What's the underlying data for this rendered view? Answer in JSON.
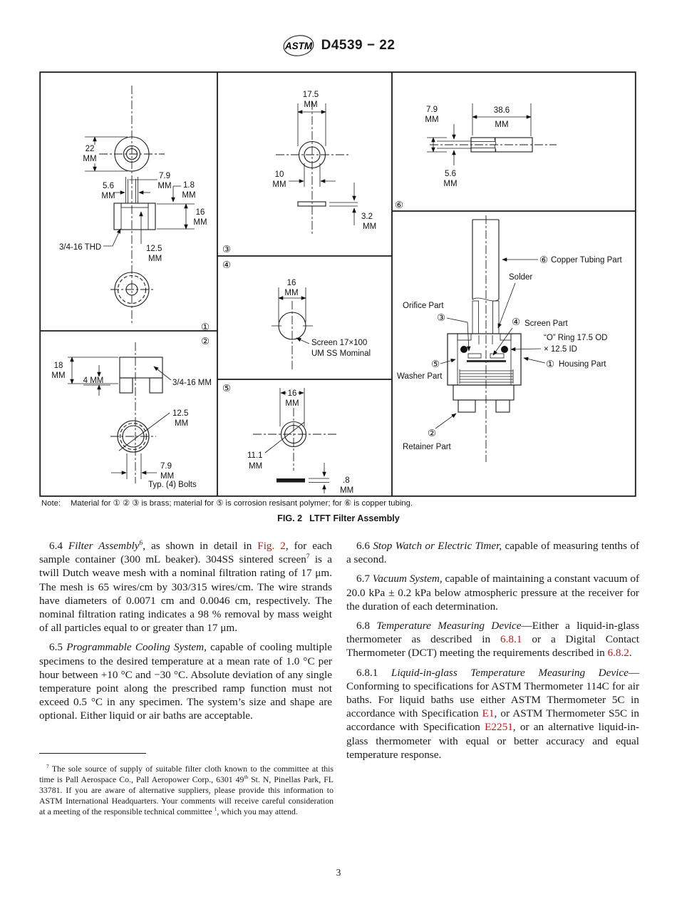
{
  "header": {
    "logo": "ASTM",
    "doc_code": "D4539 − 22"
  },
  "figure": {
    "note_label": "Note:",
    "note_body": "Material for ① ② ③ is brass; material for ⑤ is corrosion resisant polymer; for ⑥ is copper tubing.",
    "caption_num": "FIG. 2",
    "caption_text": "LTFT Filter Assembly"
  },
  "fig": {
    "mm": "MM",
    "p1": {
      "marker": "①",
      "od": "22",
      "stem": "5.6",
      "d79": "7.9",
      "d18": "1.8",
      "d16": "16",
      "thread": "3/4-16 THD",
      "bore": "12.5"
    },
    "p2": {
      "marker": "②",
      "d18": "18",
      "d4": "4 MM",
      "thread": "3/4-16 MM",
      "d125": "12.5",
      "d79": "7.9",
      "bolts": "Typ. (4) Bolts"
    },
    "p3": {
      "marker": "③",
      "d175": "17.5",
      "d10": "10",
      "d32": "3.2"
    },
    "p4": {
      "marker": "④",
      "d16": "16",
      "screen1": "Screen 17×100",
      "screen2": "UM SS Mominal"
    },
    "p5": {
      "marker": "⑤",
      "d16": "16",
      "d111": "11.1",
      "d08": ".8"
    },
    "p6": {
      "marker": "⑥",
      "d79": "7.9",
      "d386": "38.6",
      "d56": "5.6"
    },
    "asm": {
      "m6": "⑥",
      "copper": "Copper Tubing Part",
      "solder": "Solder",
      "orifice": "Orifice Part",
      "m3": "③",
      "m4": "④",
      "screen": "Screen Part",
      "oring1": "“O” Ring 17.5 OD",
      "oring2": "× 12.5 ID",
      "m1": "①",
      "housing": "Housing Part",
      "m5": "⑤",
      "washer": "Washer Part",
      "m2": "②",
      "retainer": "Retainer Part"
    }
  },
  "sections": {
    "s64": {
      "num": "6.4 ",
      "title": "Filter Assembly",
      "sup_a": "6",
      "t1": ", as shown in detail in ",
      "link": "Fig. 2",
      "t2": ", for each sample container (300 mL beaker). 304SS sintered screen",
      "sup_b": "7",
      "t3": " is a twill Dutch weave mesh with a nominal filtration rating of 17 μm. The mesh is 65 wires/cm by 303/315 wires/cm. The wire strands have diameters of 0.0071 cm and 0.0046 cm, respectively. The nominal filtration rating indicates a 98 % removal by mass weight of all particles equal to or greater than 17 μm."
    },
    "s65": {
      "num": "6.5 ",
      "title": "Programmable Cooling System,",
      "t1": " capable of cooling multiple specimens to the desired temperature at a mean rate of 1.0 °C per hour between +10 °C and −30 °C. Absolute deviation of any single temperature point along the prescribed ramp function must not exceed 0.5 °C in any specimen. The system’s size and shape are optional. Either liquid or air baths are acceptable."
    },
    "s66": {
      "num": "6.6 ",
      "title": "Stop Watch or Electric Timer,",
      "t1": " capable of measuring tenths of a second."
    },
    "s67": {
      "num": "6.7 ",
      "title": "Vacuum System,",
      "t1": " capable of maintaining a constant vacuum of 20.0 kPa ± 0.2 kPa below atmospheric pressure at the receiver for the duration of each determination."
    },
    "s68": {
      "num": "6.8 ",
      "title": "Temperature Measuring Device",
      "dash": "—",
      "t1": "Either a liquid-in-glass thermometer as described in ",
      "link1": "6.8.1",
      "t2": " or a Digital Contact Thermometer (DCT) meeting the requirements described in ",
      "link2": "6.8.2",
      "t3": "."
    },
    "s681": {
      "num": "6.8.1 ",
      "title": "Liquid-in-glass Temperature Measuring Device",
      "dash": "—",
      "t1": "Conforming to specifications for ASTM Thermometer 114C for air baths. For liquid baths use either ASTM Thermometer 5C in accordance with Specification ",
      "link1": "E1",
      "t2": ", or ASTM Thermometer S5C in accordance with Specification ",
      "link2": "E2251",
      "t3": ", or an alternative liquid-in-glass thermometer with equal or better accuracy and equal temperature response."
    }
  },
  "footnote": {
    "sup1": "7",
    "t1": " The sole source of supply of suitable filter cloth known to the committee at this time is Pall Aerospace Co., Pall Aeropower Corp., 6301 49",
    "sup2": "th",
    "t2": " St. N, Pinellas Park, FL 33781. If you are aware of alternative suppliers, please provide this information to ASTM International Headquarters. Your comments will receive careful consideration at a meeting of the responsible technical committee ",
    "sup3": "1",
    "t3": ", which you may attend."
  },
  "page_number": "3"
}
